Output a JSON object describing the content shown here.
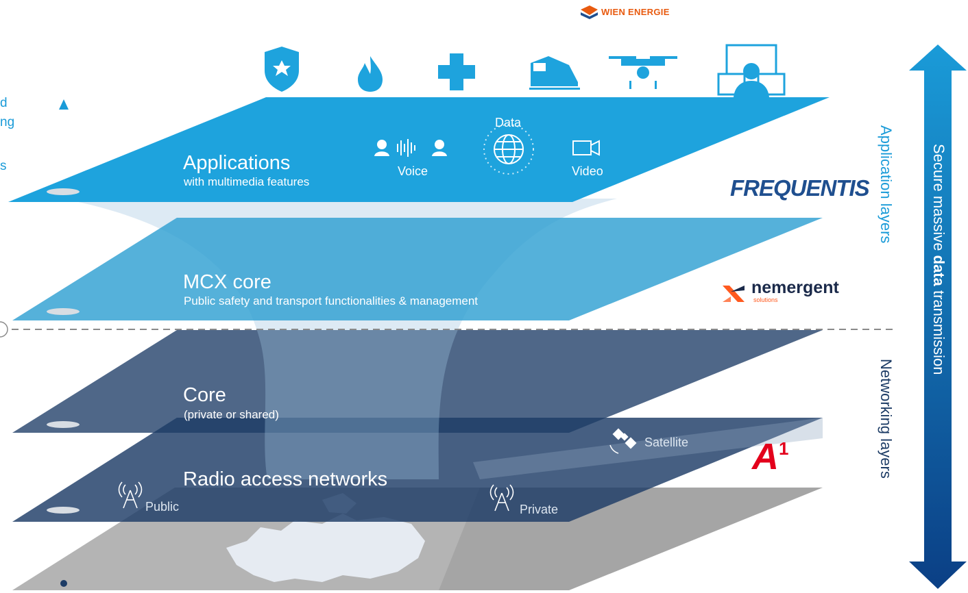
{
  "logos": {
    "wien_energie": "WIEN ENERGIE",
    "frequentis": "FREQUENTIS",
    "nemergent": "nemergent",
    "nemergent_sub": "solutions",
    "a1": "A",
    "a1_sup": "1"
  },
  "left_cut": {
    "line1": "d",
    "line2": "ng",
    "line3": "s"
  },
  "layers": {
    "applications": {
      "title": "Applications",
      "subtitle": "with multimedia features"
    },
    "mcx": {
      "title": "MCX core",
      "subtitle": "Public safety and transport functionalities & management"
    },
    "core": {
      "title": "Core",
      "subtitle": "(private or shared)"
    },
    "ran": {
      "title": "Radio access networks"
    }
  },
  "media": {
    "voice": "Voice",
    "data": "Data",
    "video": "Video"
  },
  "access": {
    "satellite": "Satellite",
    "public": "Public",
    "private": "Private"
  },
  "side": {
    "application_layers": "Application layers",
    "networking_layers": "Networking layers",
    "arrow_pre": "Secure massive ",
    "arrow_bold": "data",
    "arrow_post": " transmission"
  },
  "icons": [
    "police-shield-icon",
    "fire-icon",
    "medical-cross-icon",
    "train-icon",
    "drone-icon",
    "operator-workstation-icon"
  ],
  "colors": {
    "app_layer": "#1ea3dd",
    "mcx_layer": "#2f9fd0",
    "net_layer": "#1d3c66",
    "map_layer": "#a8a8a8",
    "arrow": "#0f5aa8",
    "a1_red": "#e3001b",
    "nemergent_orange": "#ff5a1f"
  }
}
